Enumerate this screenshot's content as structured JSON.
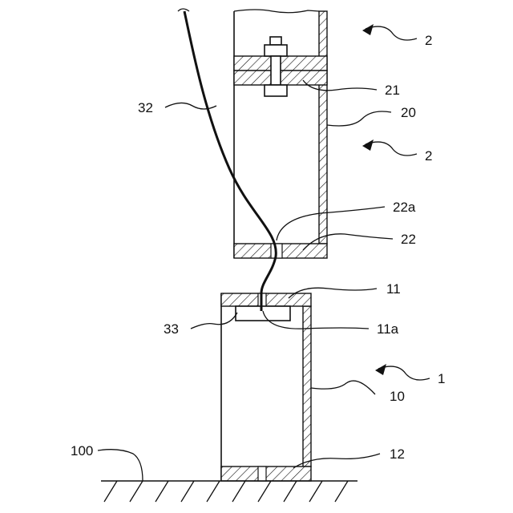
{
  "labels": {
    "upper_module_top": "2",
    "upper_module_mid": "2",
    "plate_21": "21",
    "wall_20": "20",
    "hole_22a": "22a",
    "plate_22": "22",
    "wire_32": "32",
    "plate_11": "11",
    "hole_11a": "11a",
    "part_33": "33",
    "lower_module": "1",
    "wall_10": "10",
    "plate_12": "12",
    "ground_100": "100"
  }
}
